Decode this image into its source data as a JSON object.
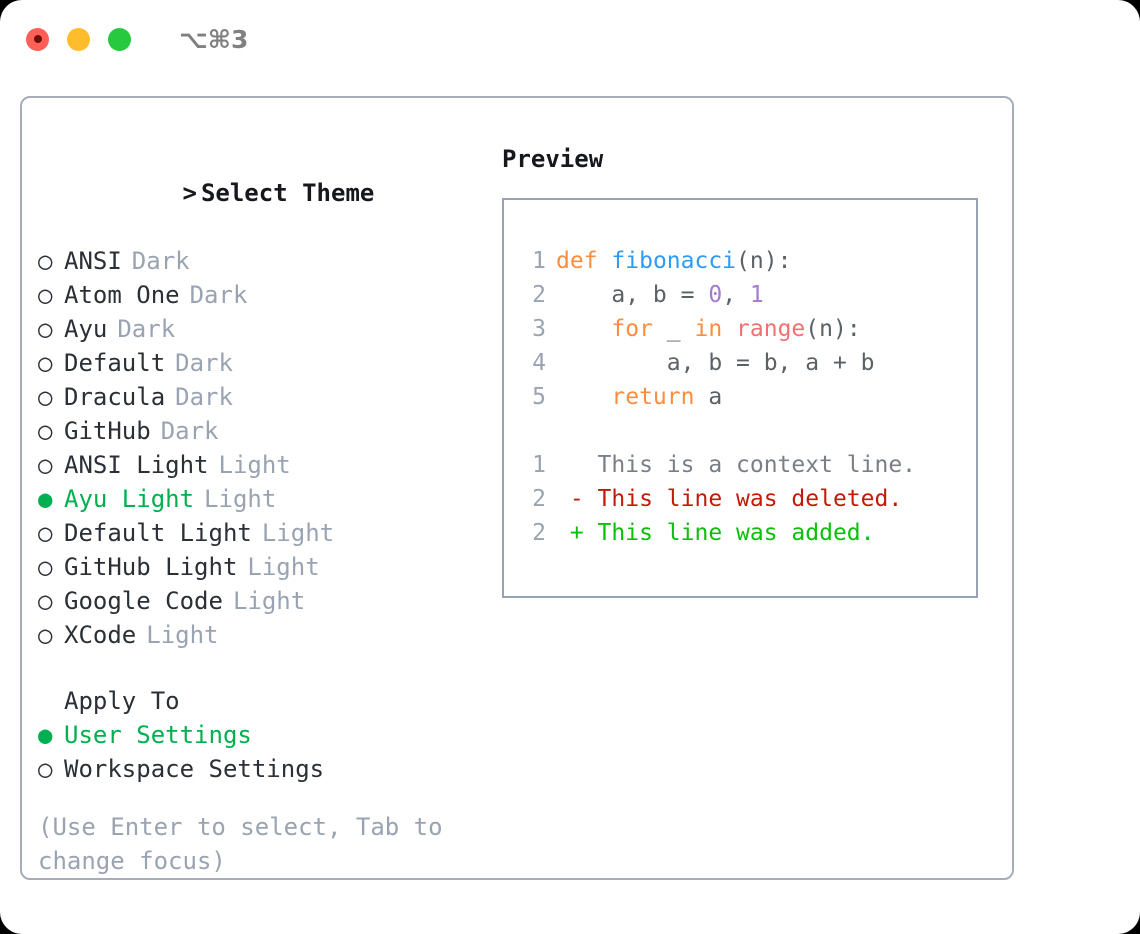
{
  "titlebar": {
    "shortcut": "⌥⌘3",
    "buttons": [
      {
        "name": "close",
        "color": "#ff5f56",
        "recording": true
      },
      {
        "name": "minimize",
        "color": "#ffbd2e",
        "recording": false
      },
      {
        "name": "zoom",
        "color": "#27c93f",
        "recording": false
      }
    ]
  },
  "theme_picker": {
    "caret": ">",
    "title": "Select Theme",
    "marker_off": "○",
    "marker_on": "●",
    "options": [
      {
        "label": "ANSI",
        "kind": "Dark",
        "selected": false
      },
      {
        "label": "Atom One",
        "kind": "Dark",
        "selected": false
      },
      {
        "label": "Ayu",
        "kind": "Dark",
        "selected": false
      },
      {
        "label": "Default",
        "kind": "Dark",
        "selected": false
      },
      {
        "label": "Dracula",
        "kind": "Dark",
        "selected": false
      },
      {
        "label": "GitHub",
        "kind": "Dark",
        "selected": false
      },
      {
        "label": "ANSI Light",
        "kind": "Light",
        "selected": false
      },
      {
        "label": "Ayu Light",
        "kind": "Light",
        "selected": true
      },
      {
        "label": "Default Light",
        "kind": "Light",
        "selected": false
      },
      {
        "label": "GitHub Light",
        "kind": "Light",
        "selected": false
      },
      {
        "label": "Google Code",
        "kind": "Light",
        "selected": false
      },
      {
        "label": "XCode",
        "kind": "Light",
        "selected": false
      }
    ]
  },
  "apply_to": {
    "title": "Apply To",
    "options": [
      {
        "label": "User Settings",
        "selected": true
      },
      {
        "label": "Workspace Settings",
        "selected": false
      }
    ]
  },
  "hint": "(Use Enter to select, Tab to change focus)",
  "preview": {
    "title": "Preview",
    "code": {
      "lines": [
        {
          "no": "1",
          "tokens": [
            {
              "t": "def",
              "c": "kw"
            },
            {
              "t": " ",
              "c": "pun"
            },
            {
              "t": "fibonacci",
              "c": "fn"
            },
            {
              "t": "(n):",
              "c": "pun"
            }
          ]
        },
        {
          "no": "2",
          "tokens": [
            {
              "t": "    a, b = ",
              "c": "pun"
            },
            {
              "t": "0",
              "c": "num"
            },
            {
              "t": ", ",
              "c": "pun"
            },
            {
              "t": "1",
              "c": "num"
            }
          ]
        },
        {
          "no": "3",
          "tokens": [
            {
              "t": "    ",
              "c": "pun"
            },
            {
              "t": "for",
              "c": "kw"
            },
            {
              "t": " _ ",
              "c": "pun"
            },
            {
              "t": "in",
              "c": "kw"
            },
            {
              "t": " ",
              "c": "pun"
            },
            {
              "t": "range",
              "c": "bi"
            },
            {
              "t": "(n):",
              "c": "pun"
            }
          ]
        },
        {
          "no": "4",
          "tokens": [
            {
              "t": "        a, b = b, a + b",
              "c": "pun"
            }
          ]
        },
        {
          "no": "5",
          "tokens": [
            {
              "t": "    ",
              "c": "pun"
            },
            {
              "t": "return",
              "c": "kw"
            },
            {
              "t": " a",
              "c": "pun"
            }
          ]
        }
      ]
    },
    "diff": {
      "lines": [
        {
          "no": "1",
          "sign": " ",
          "text": "This is a context line.",
          "kind": "ctx"
        },
        {
          "no": "2",
          "sign": "-",
          "text": "This line was deleted.",
          "kind": "del"
        },
        {
          "no": "2",
          "sign": "+",
          "text": "This line was added.",
          "kind": "add"
        }
      ]
    }
  },
  "colors": {
    "accent_green": "#00b050",
    "muted": "#9aa3b2",
    "text": "#2b2f36",
    "border": "#a6adba",
    "code_border": "#98a2b3",
    "kw_orange": "#fa8d3e",
    "fn_blue": "#2f9bf5",
    "num_purple": "#a37acc",
    "builtin_red": "#f07171",
    "diff_deleted": "#c41a09",
    "diff_added": "#0bbf0b"
  }
}
